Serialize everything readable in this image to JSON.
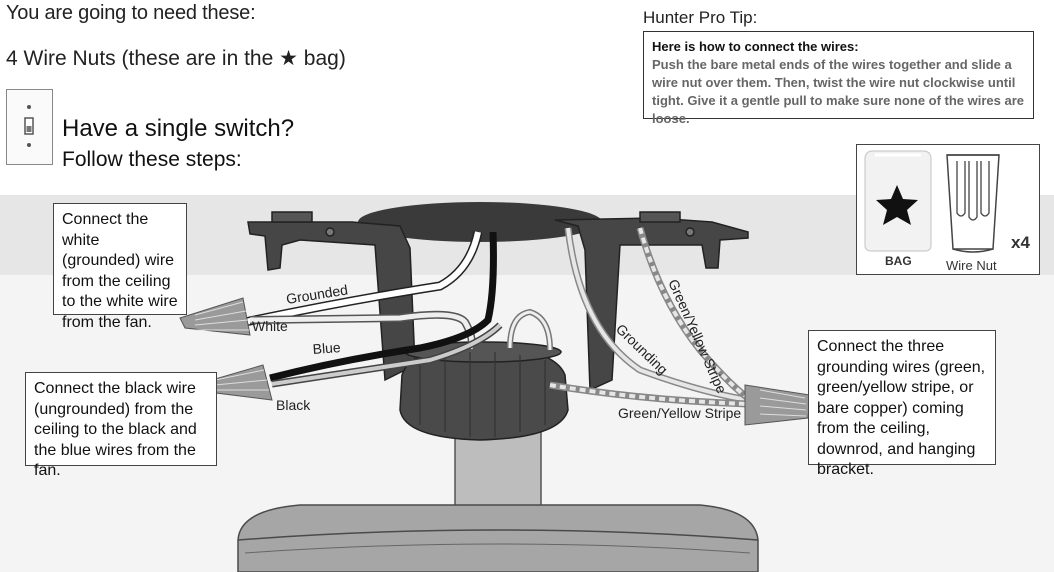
{
  "header": {
    "need_title": "You are going to need these:",
    "wire_nuts_pre": "4 Wire Nuts (these are in the",
    "wire_nuts_post": "bag)",
    "single_switch": "Have a single switch?",
    "follow_steps": "Follow these steps:"
  },
  "pro_tip": {
    "title": "Hunter Pro Tip:",
    "heading": "Here is how to connect the wires:",
    "body": "Push the bare metal ends of the wires together and slide a wire nut over them. Then, twist the wire nut clockwise until tight. Give it a gentle pull to make sure none of the wires are loose."
  },
  "parts": {
    "bag_label": "BAG",
    "nut_label": "Wire Nut",
    "quantity": "x4"
  },
  "callouts": {
    "white": "Connect the white (grounded) wire from the ceiling to the white wire from the fan.",
    "black": "Connect the black wire (ungrounded) from the ceiling to the black and the blue wires from the fan.",
    "ground": "Connect the three grounding wires (green, green/yellow stripe, or bare copper) coming from the ceiling, downrod, and hanging bracket."
  },
  "wire_labels": {
    "grounded": "Grounded",
    "white": "White",
    "blue": "Blue",
    "black": "Black",
    "grounding": "Grounding",
    "gy_stripe_vertical": "Green/Yellow Stripe",
    "gy_stripe_horizontal": "Green/Yellow Stripe"
  },
  "colors": {
    "bracket": "#3e3e3e",
    "canopy": "#3a3a3a",
    "downrod": "#bdbdbd",
    "housing": "#9a9a9a",
    "wire_nut": "#8f8f8f"
  }
}
